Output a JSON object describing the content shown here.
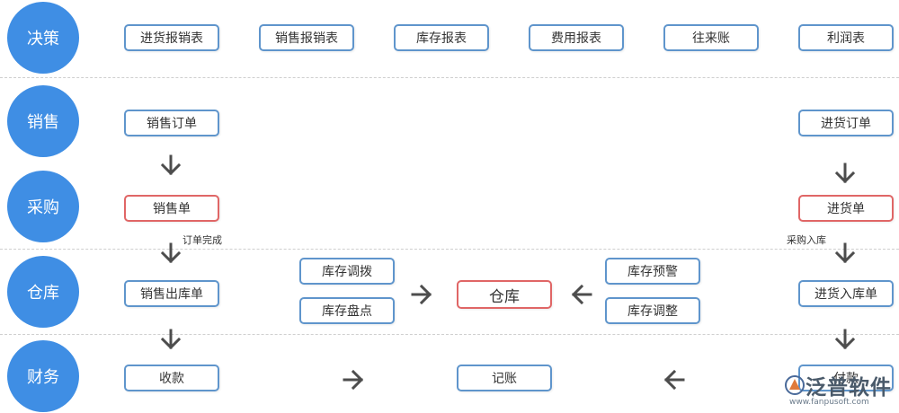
{
  "rows": {
    "decision": "决策",
    "sales": "销售",
    "purchase": "采购",
    "warehouse": "仓库",
    "finance": "财务"
  },
  "reports": [
    "进货报销表",
    "销售报销表",
    "库存报表",
    "费用报表",
    "往来账",
    "利润表"
  ],
  "sales_flow": {
    "order": "销售订单",
    "bill": "销售单",
    "outbound": "销售出库单",
    "receipt": "收款"
  },
  "purchase_flow": {
    "order": "进货订单",
    "bill": "进货单",
    "inbound": "进货入库单",
    "payment": "付款"
  },
  "warehouse_ops": {
    "transfer": "库存调拨",
    "inventory_check": "库存盘点",
    "center": "仓库",
    "alert": "库存预警",
    "adjust": "库存调整"
  },
  "bookkeeping": "记账",
  "notes": {
    "order_done": "订单完成",
    "purchase_in": "采购入库"
  },
  "logo": {
    "name": "泛普软件",
    "url": "www.fanpusoft.com"
  },
  "colors": {
    "circle": "#3f8ee4",
    "box_border": "#5f95cc",
    "box_border_red": "#e06666",
    "arrow": "#4d4d4d"
  }
}
